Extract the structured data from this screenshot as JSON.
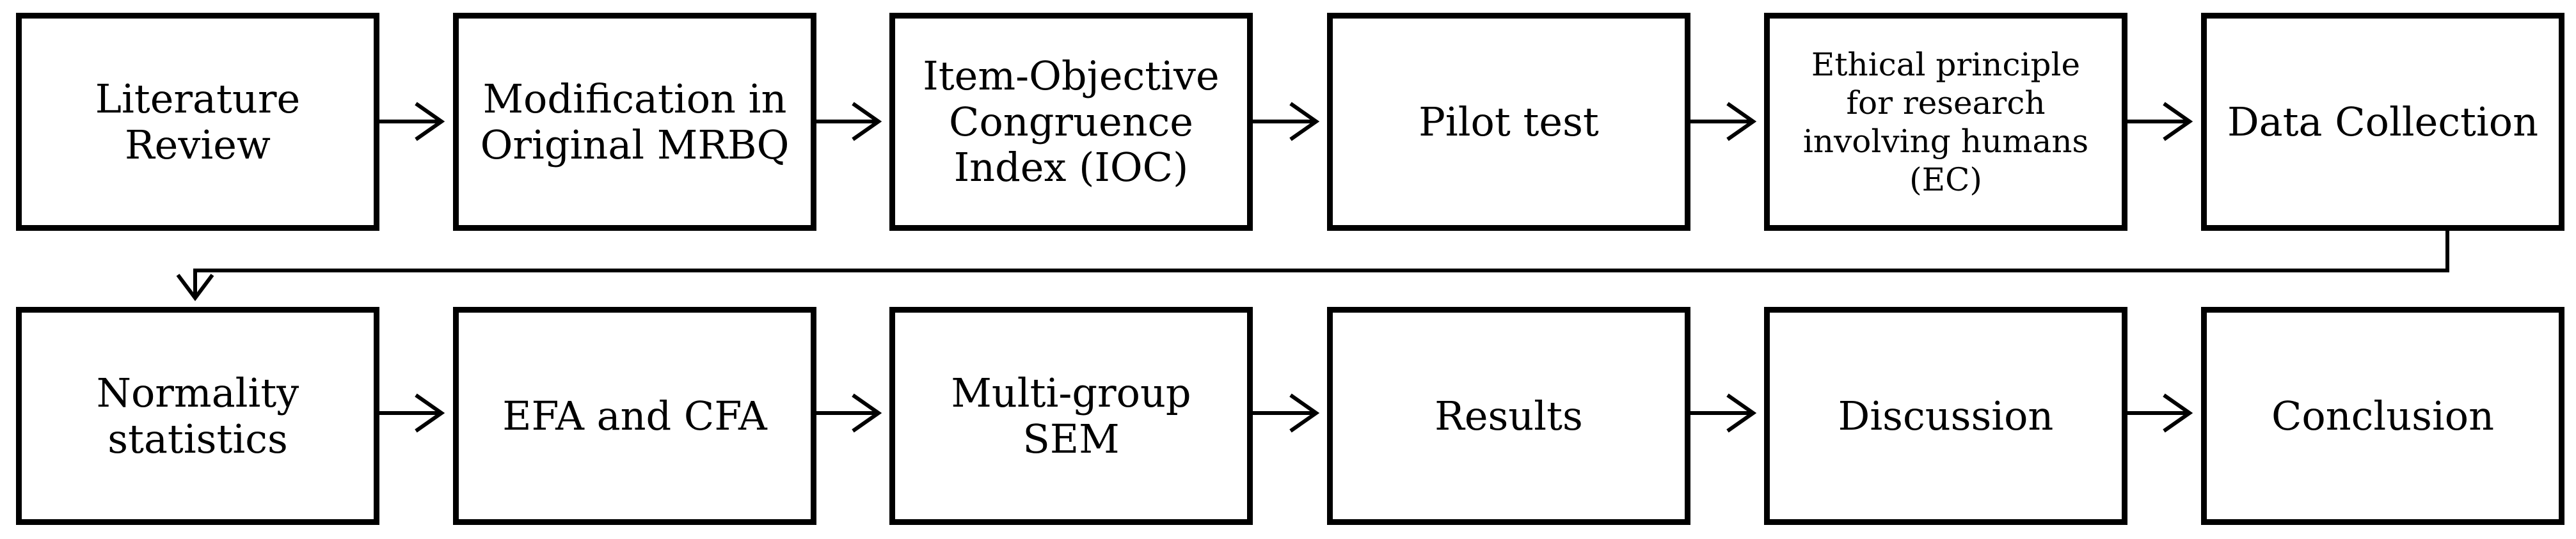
{
  "flow": {
    "row1": [
      {
        "label": "Literature\nReview"
      },
      {
        "label": "Modification in\nOriginal MRBQ"
      },
      {
        "label": "Item-Objective\nCongruence\nIndex (IOC)"
      },
      {
        "label": "Pilot test"
      },
      {
        "label": "Ethical principle\nfor research\ninvolving humans\n(EC)"
      },
      {
        "label": "Data Collection"
      }
    ],
    "row2": [
      {
        "label": "Normality\nstatistics"
      },
      {
        "label": "EFA and CFA"
      },
      {
        "label": "Multi-group\nSEM"
      },
      {
        "label": "Results"
      },
      {
        "label": "Discussion"
      },
      {
        "label": "Conclusion"
      }
    ]
  }
}
